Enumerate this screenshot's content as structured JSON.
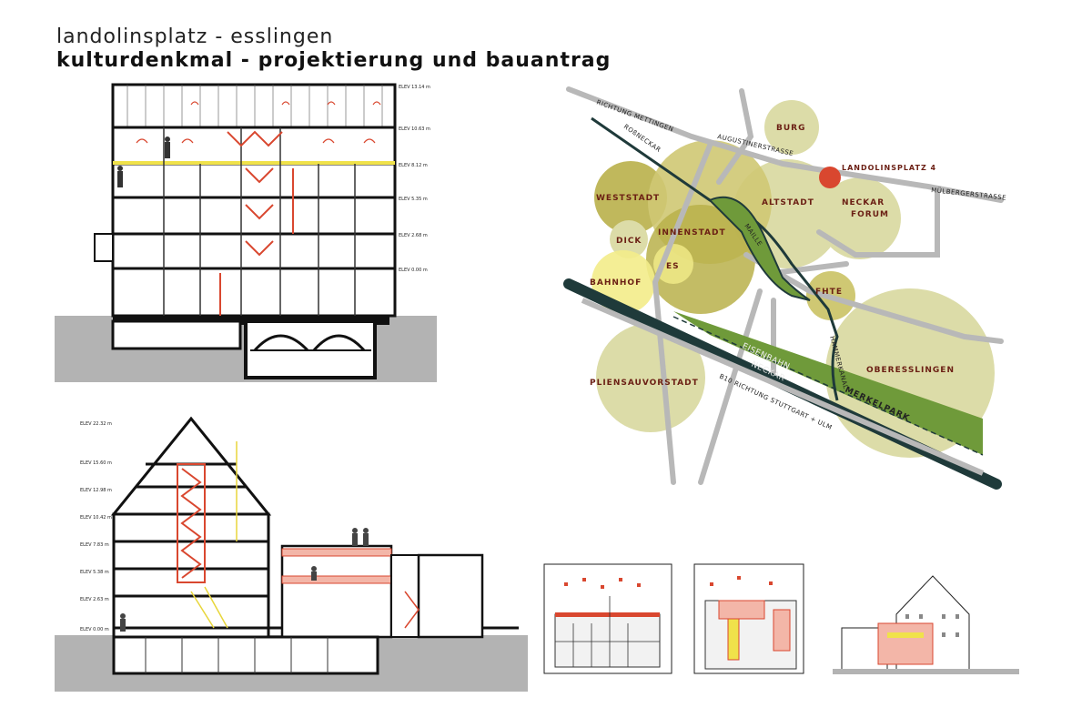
{
  "header": {
    "title": "landolinsplatz - esslingen",
    "subtitle": "kulturdenkmal - projektierung und bauantrag"
  },
  "map": {
    "districts": {
      "burg": "BURG",
      "weststadt": "WESTSTADT",
      "altstadt": "ALTSTADT",
      "neckar_forum_1": "NECKAR",
      "neckar_forum_2": "FORUM",
      "dick": "DICK",
      "innenstadt": "INNENSTADT",
      "es": "ES",
      "bahnhof": "BAHNHOF",
      "fhte": "FHTE",
      "oberesslingen": "OBERESSLINGEN",
      "pliensauvorstadt": "PLIENSAUVORSTADT"
    },
    "marker": "LANDOLINSPLATZ 4",
    "roads": {
      "mettingen": "RICHTUNG METTINGEN",
      "augustiner": "AUGUSTINERSTRASSE",
      "muelberger": "MÜLBERGERSTRASSE",
      "rossneckar": "ROßNECKAR",
      "maille": "MAILLE",
      "eisenbahn": "EISENBAHN",
      "neckar": "NECKAR",
      "b10": "B10 RICHTUNG STUTTGART + ULM",
      "merkelpark": "MERKELPARK",
      "hammerkanal": "HAMMERKANAL"
    },
    "colors": {
      "olive_dark": "#b9b04a",
      "olive_mid": "#cfc873",
      "olive_light": "#dcdca8",
      "yellow": "#f3ec8a",
      "marker_red": "#d9472f",
      "park_green": "#6f9a3a",
      "river_dark": "#1f3a3a",
      "road_grey": "#b8b8b8"
    }
  }
}
